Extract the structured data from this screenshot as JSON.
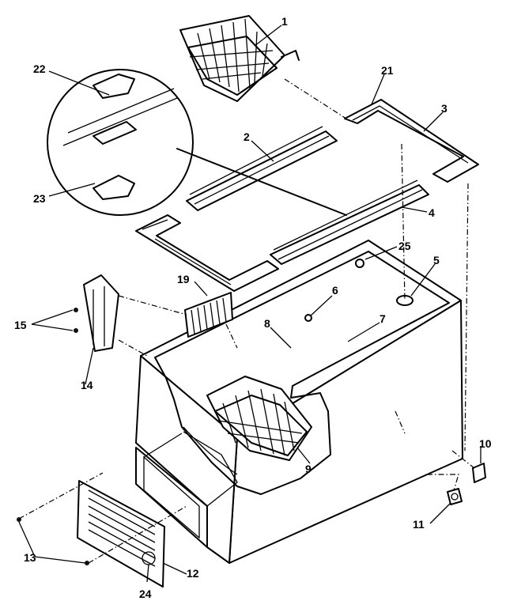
{
  "diagram": {
    "callouts": [
      {
        "id": "1",
        "text": "1"
      },
      {
        "id": "2",
        "text": "2"
      },
      {
        "id": "3",
        "text": "3"
      },
      {
        "id": "4",
        "text": "4"
      },
      {
        "id": "5",
        "text": "5"
      },
      {
        "id": "6",
        "text": "6"
      },
      {
        "id": "7",
        "text": "7"
      },
      {
        "id": "8",
        "text": "8"
      },
      {
        "id": "9",
        "text": "9"
      },
      {
        "id": "10",
        "text": "10"
      },
      {
        "id": "11",
        "text": "11"
      },
      {
        "id": "12",
        "text": "12"
      },
      {
        "id": "13",
        "text": "13"
      },
      {
        "id": "14",
        "text": "14"
      },
      {
        "id": "15",
        "text": "15"
      },
      {
        "id": "19",
        "text": "19"
      },
      {
        "id": "21",
        "text": "21"
      },
      {
        "id": "22",
        "text": "22"
      },
      {
        "id": "23",
        "text": "23"
      },
      {
        "id": "24",
        "text": "24"
      },
      {
        "id": "25",
        "text": "25"
      }
    ]
  }
}
